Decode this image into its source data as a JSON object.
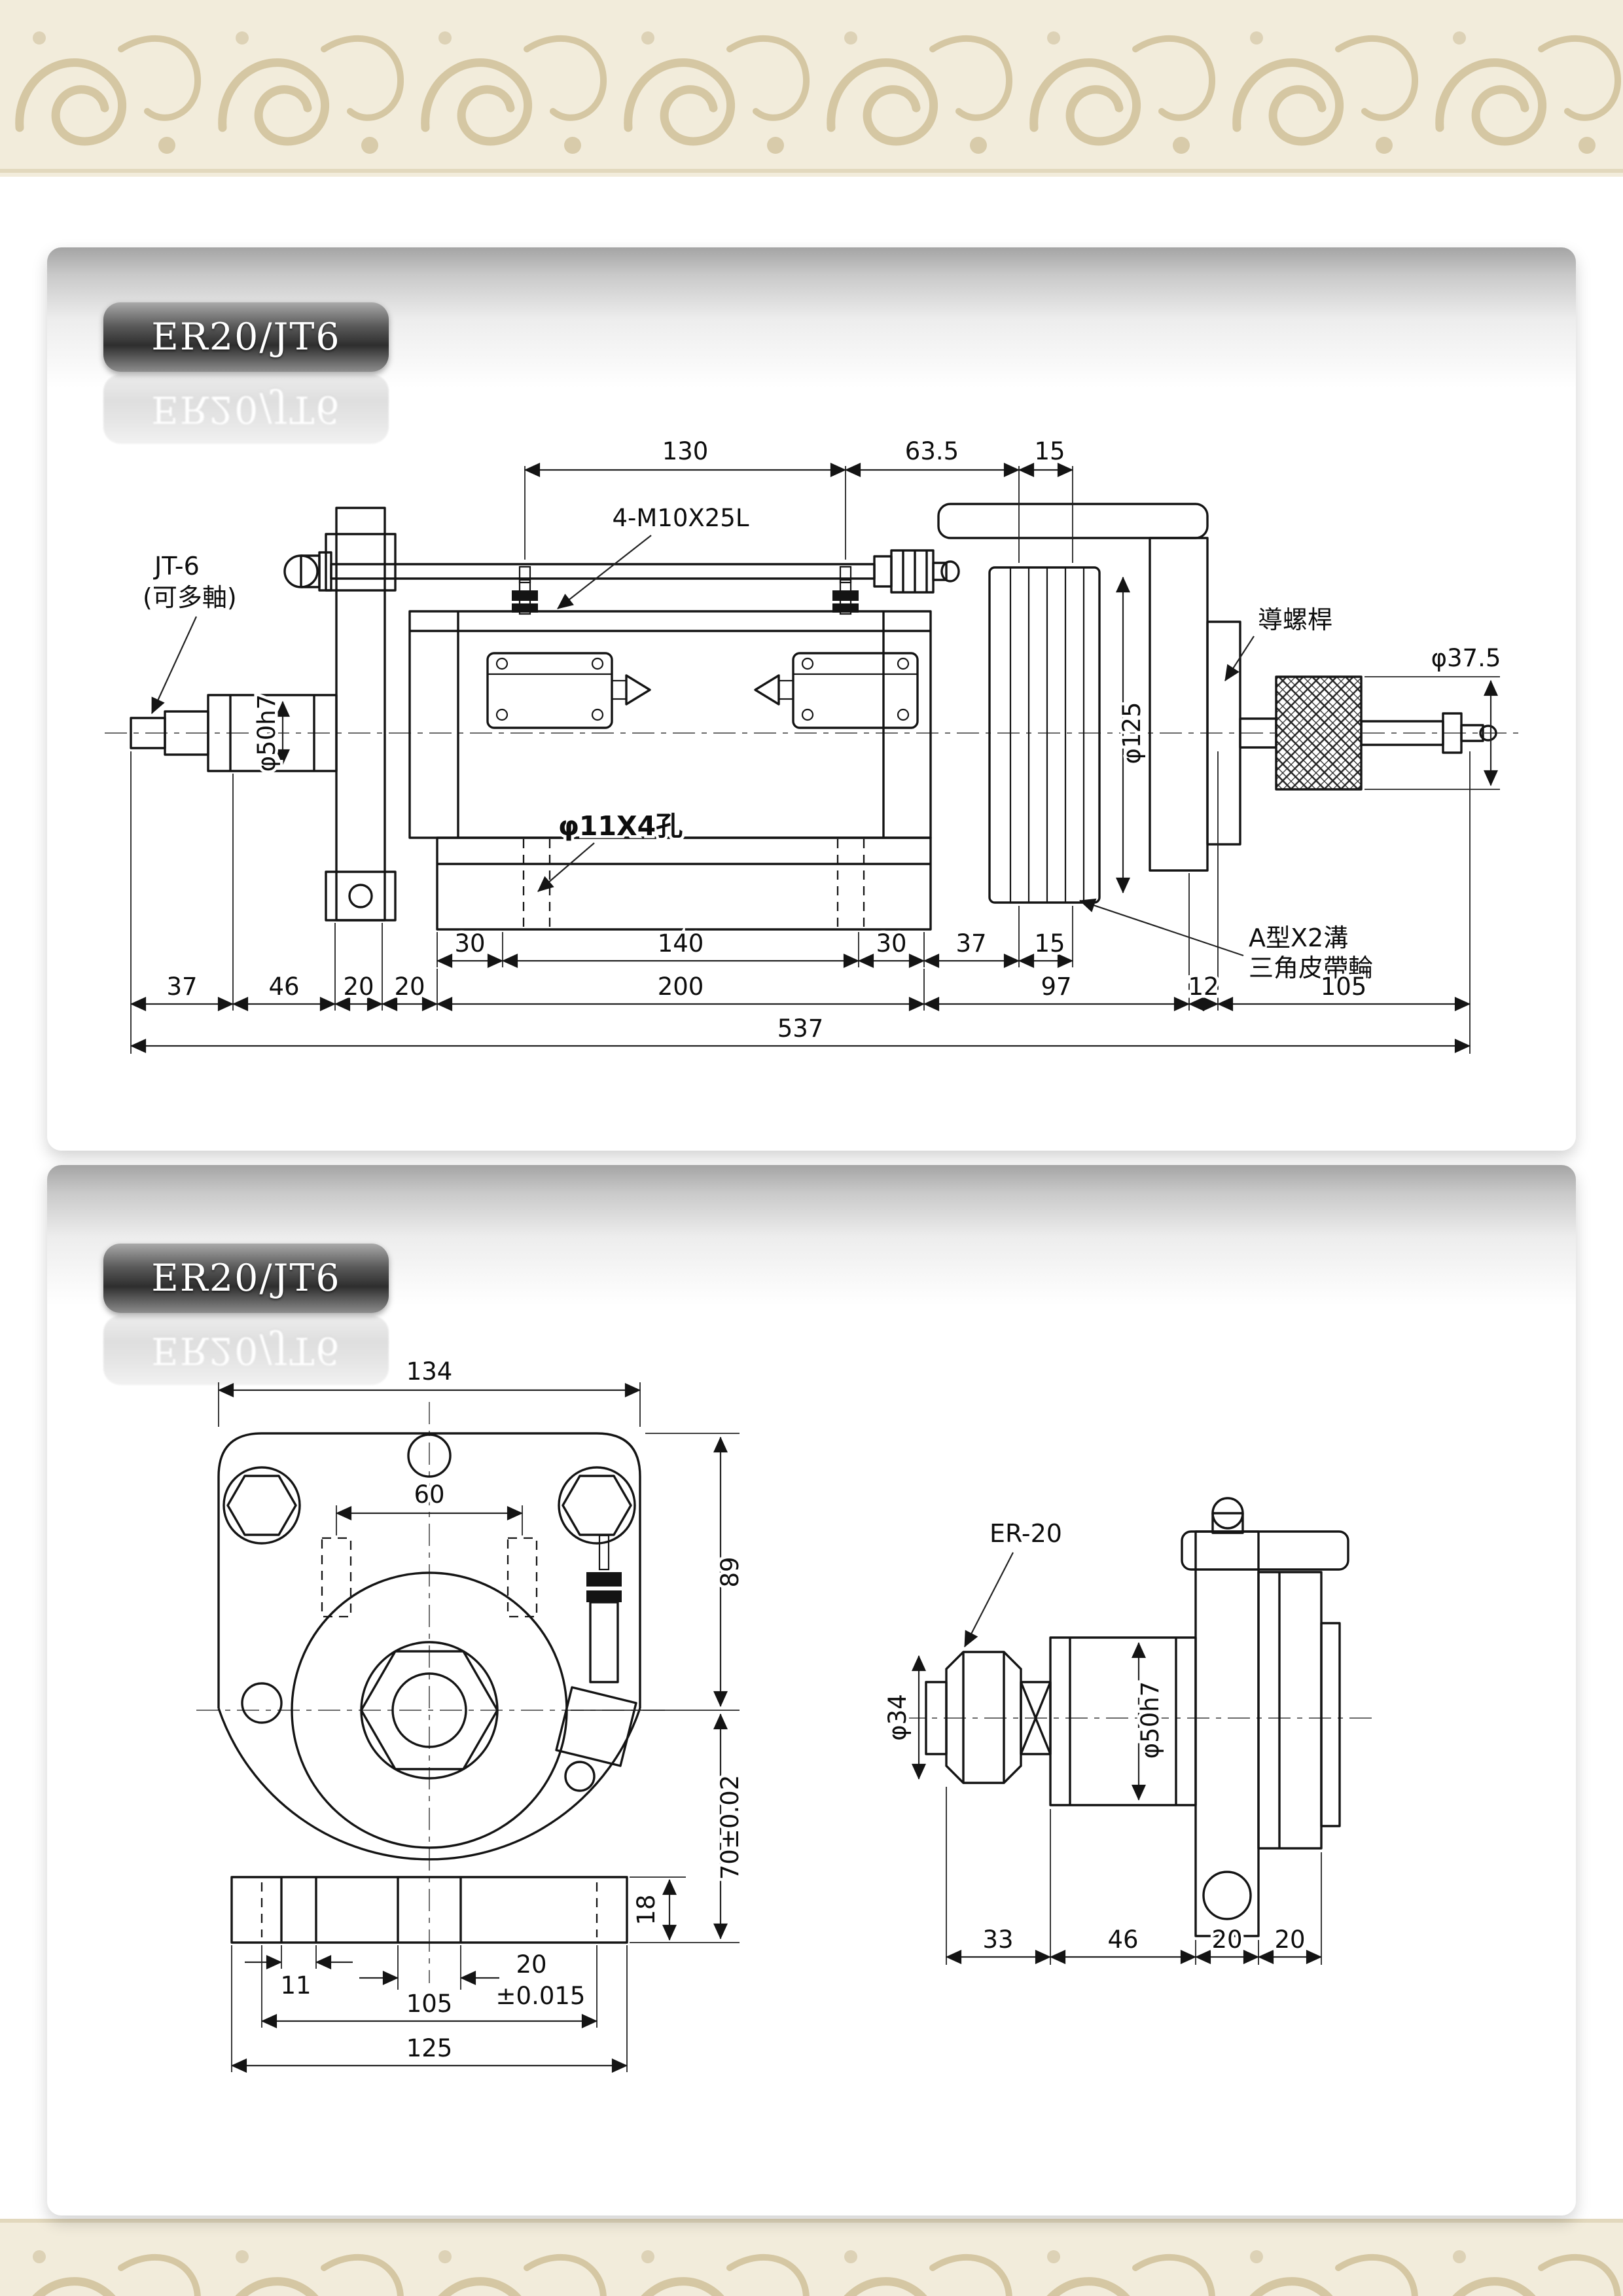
{
  "badges": {
    "b1": "ER20/JT6",
    "b2": "ER20/JT6"
  },
  "d1": {
    "ann": {
      "jt6": "JT-6",
      "jt6b": "(可多軸)",
      "bolts": "4-M10X25L",
      "screw": "導螺桿",
      "holes": "φ11X4孔",
      "belta": "A型X2溝",
      "beltb": "三角皮帶輪"
    },
    "dims": {
      "t130": "130",
      "t635": "63.5",
      "t15": "15",
      "dia375": "φ37.5",
      "dia50": "φ50h7",
      "dia125": "φ125",
      "a30l": "30",
      "a140": "140",
      "a30r": "30",
      "a37": "37",
      "a15": "15",
      "b37": "37",
      "b46": "46",
      "b20a": "20",
      "b20b": "20",
      "b200": "200",
      "b97": "97",
      "b12": "12",
      "b105": "105",
      "total": "537"
    }
  },
  "d2": {
    "ann": {
      "er20": "ER-20"
    },
    "dims": {
      "w134": "134",
      "w60": "60",
      "h89": "89",
      "h70": "70±0.02",
      "h18": "18",
      "s11": "11",
      "s20": "20",
      "s20t": "±0.015",
      "w105": "105",
      "w125": "125",
      "dia34": "φ34",
      "dia50": "φ50h7",
      "s33": "33",
      "s46": "46",
      "s20a": "20",
      "s20b": "20"
    }
  }
}
